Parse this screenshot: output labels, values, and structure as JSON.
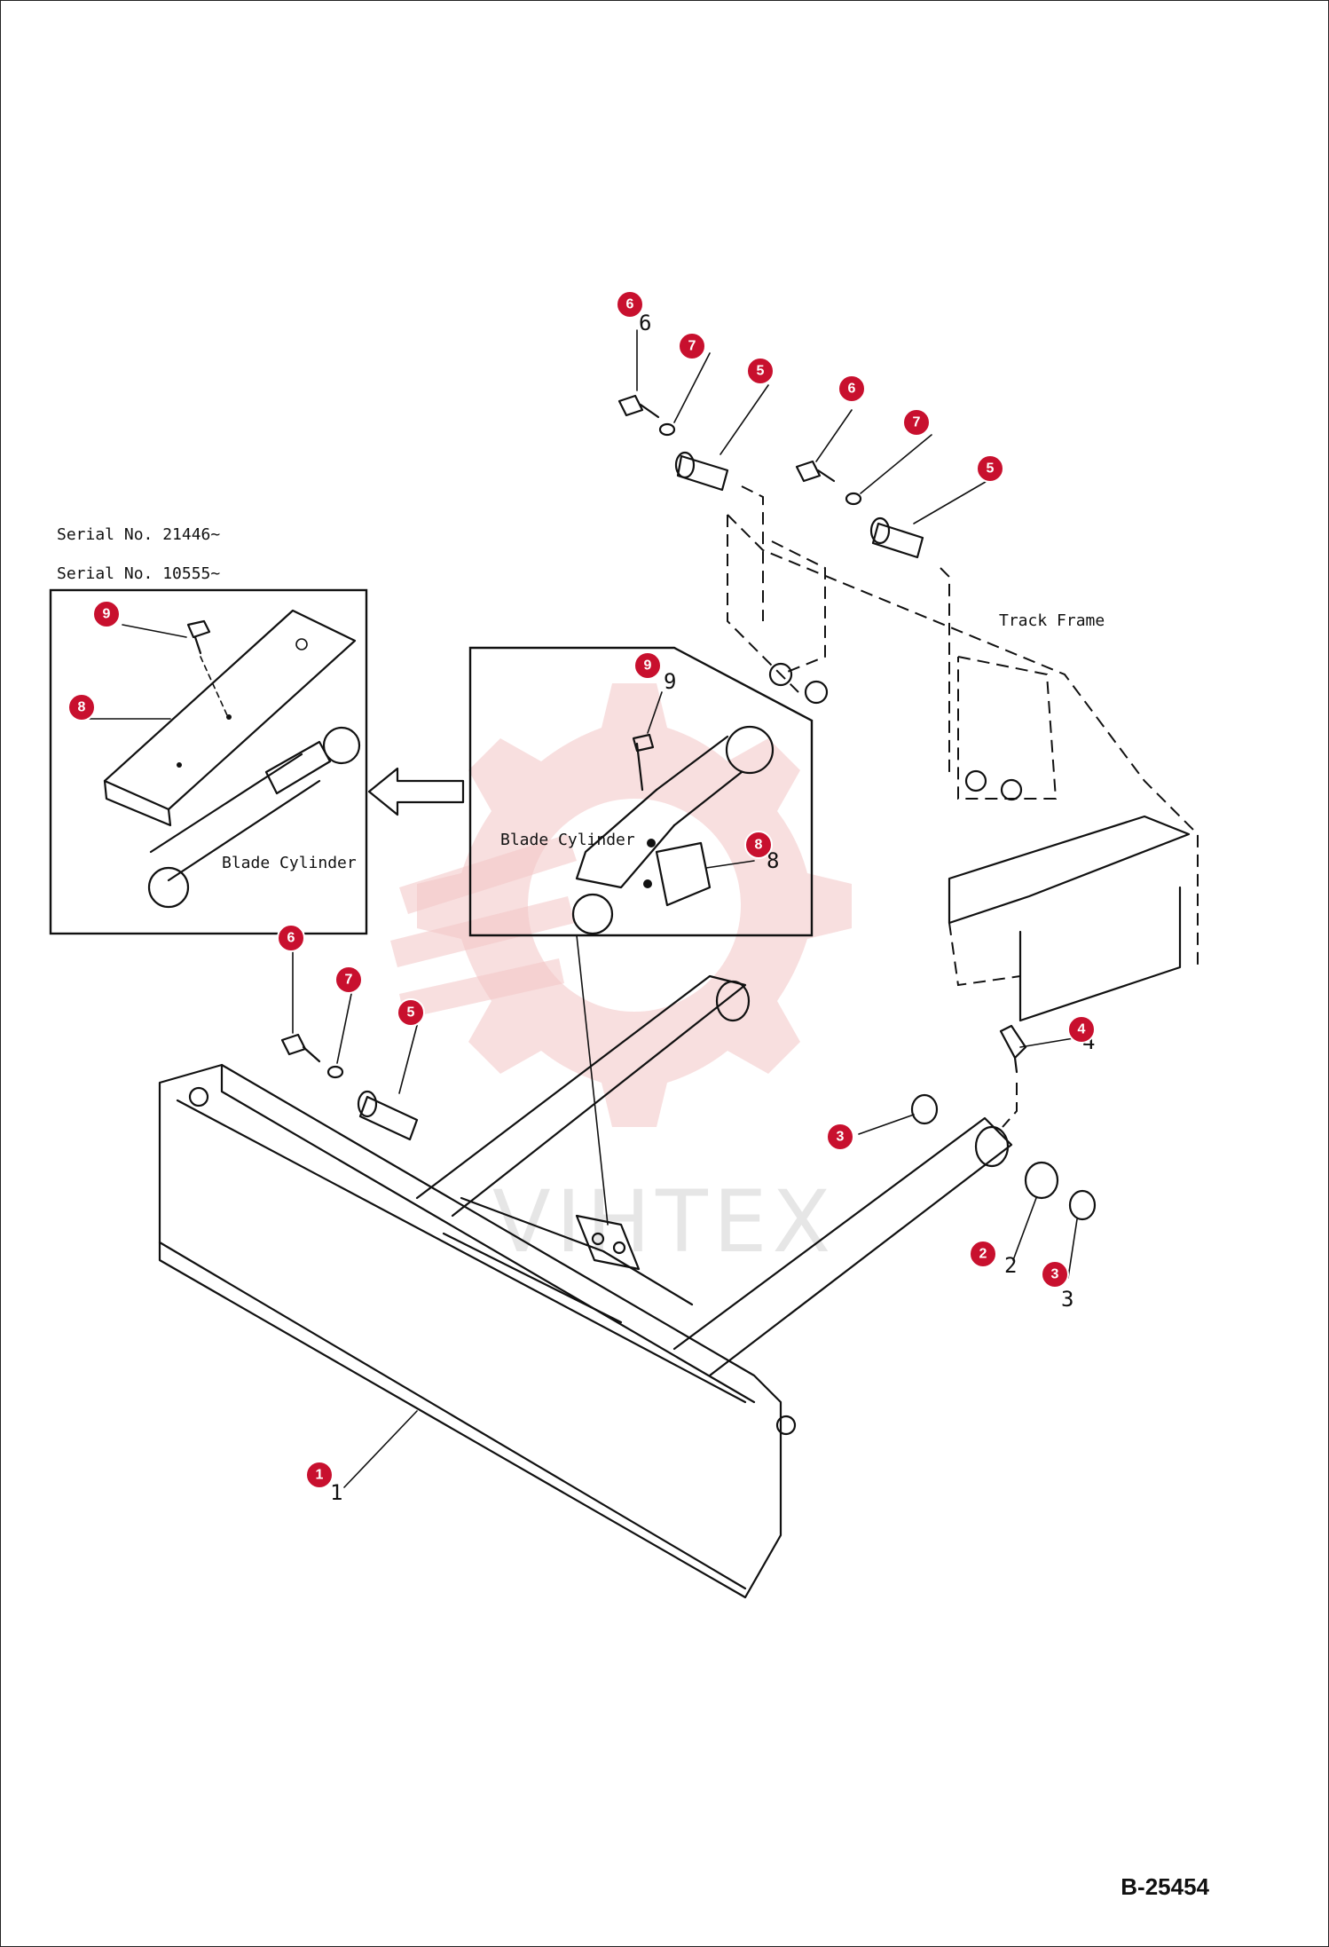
{
  "figure_code": "B-25454",
  "watermark": "VIHTEX",
  "labels": {
    "serial_1": "Serial No. 21446~",
    "serial_2": "Serial No. 10555~",
    "blade_cylinder_inset": "Blade Cylinder",
    "blade_cylinder_detail": "Blade Cylinder",
    "track_frame": "Track Frame"
  },
  "callouts": [
    "1",
    "2",
    "3",
    "3",
    "4",
    "5",
    "5",
    "5",
    "6",
    "6",
    "6",
    "7",
    "7",
    "7",
    "8",
    "8",
    "9",
    "9"
  ],
  "colors": {
    "badge": "#c8102e",
    "watermark": "#f2c4c4"
  }
}
